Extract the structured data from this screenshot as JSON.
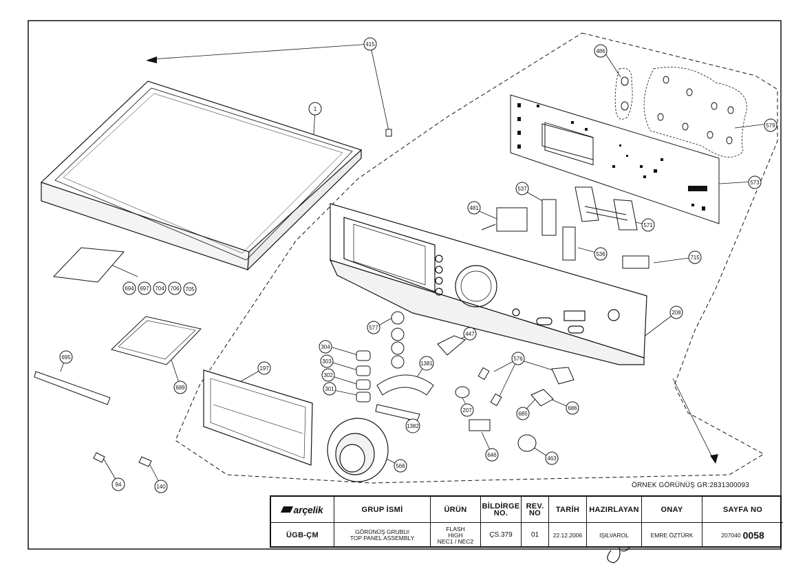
{
  "callouts": {
    "c415": "415",
    "c1": "1",
    "c486": "486",
    "c579": "579",
    "c573": "573",
    "c537": "537",
    "c481": "481",
    "c571": "571",
    "c536": "536",
    "c715": "715",
    "c208": "208",
    "c694": "694",
    "c697": "697",
    "c704": "704",
    "c706": "706",
    "c705": "705",
    "c577": "577",
    "c447": "447",
    "c304": "304",
    "c303": "303",
    "c302": "302",
    "c301": "301",
    "c1381": "1381",
    "c576": "576",
    "c695": "695",
    "c197": "197",
    "c689": "689",
    "c207": "207",
    "c685": "685",
    "c686": "686",
    "c1382": "1382",
    "c646": "646",
    "c463": "463",
    "c566": "566",
    "c94": "94",
    "c140": "140"
  },
  "note": "ÖRNEK GÖRÜNÜŞ GR:2831300093",
  "title_block": {
    "brand": "arçelik",
    "col_group": "GRUP İSMİ",
    "col_product": "ÜRÜN",
    "col_notice_1": "BİLDİRGE",
    "col_notice_2": "NO.",
    "col_rev_1": "REV.",
    "col_rev_2": "NO",
    "col_date": "TARİH",
    "col_prepared": "HAZIRLAYAN",
    "col_approval": "ONAY",
    "col_page": "SAYFA NO",
    "code": "ÜGB-ÇM",
    "group_1": "GÖRÜNÜŞ GRUBU/",
    "group_2": "TOP PANEL ASSEMBLY",
    "product_1": "FLASH",
    "product_2": "HIGH",
    "product_3": "NEC1 / NEC2",
    "notice_no": "ÇS.379",
    "rev_no": "01",
    "date": "22.12.2006",
    "prepared": "IŞILVAROL",
    "approval": "EMRE ÖZTÜRK",
    "page_prefix": "207040",
    "page_suffix": "0058"
  }
}
